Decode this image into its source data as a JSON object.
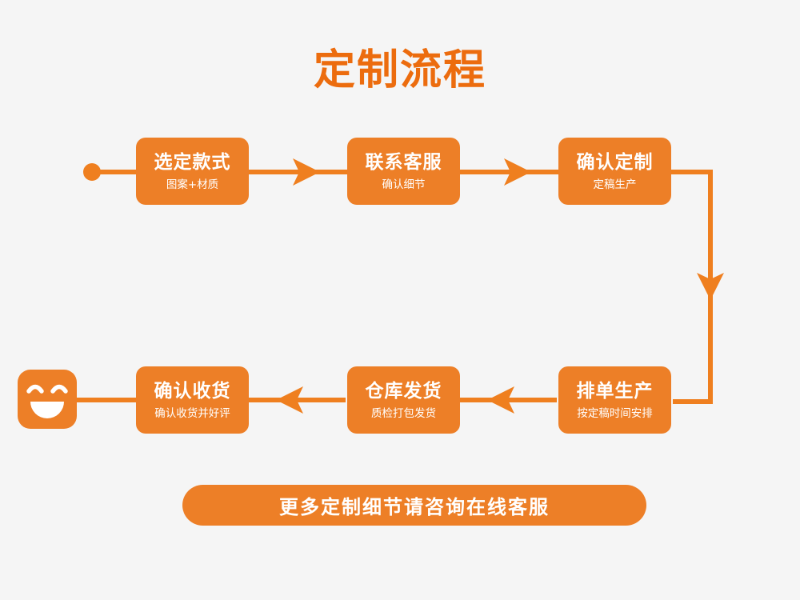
{
  "page": {
    "title": "定制流程",
    "background_color": "#f5f5f5",
    "brand_color": "#ed7f27",
    "title_color": "#ec6c0e",
    "text_color": "#ffffff"
  },
  "flow": {
    "start_node_name": "start-dot",
    "end_node_name": "smiley-face-icon",
    "steps": [
      {
        "id": "step-1",
        "title": "选定款式",
        "subtitle": "图案+材质"
      },
      {
        "id": "step-2",
        "title": "联系客服",
        "subtitle": "确认细节"
      },
      {
        "id": "step-3",
        "title": "确认定制",
        "subtitle": "定稿生产"
      },
      {
        "id": "step-4",
        "title": "排单生产",
        "subtitle": "按定稿时间安排"
      },
      {
        "id": "step-5",
        "title": "仓库发货",
        "subtitle": "质检打包发货"
      },
      {
        "id": "step-6",
        "title": "确认收货",
        "subtitle": "确认收货并好评"
      }
    ],
    "connectors": [
      {
        "name": "connector-start-to-step-1",
        "direction": "right",
        "arrow": false
      },
      {
        "name": "connector-step-1-to-step-2",
        "direction": "right",
        "arrow": true
      },
      {
        "name": "connector-step-2-to-step-3",
        "direction": "right",
        "arrow": true
      },
      {
        "name": "connector-step-3-to-step-4",
        "direction": "down",
        "arrow": true
      },
      {
        "name": "connector-step-4-to-step-5",
        "direction": "left",
        "arrow": true
      },
      {
        "name": "connector-step-5-to-step-6",
        "direction": "left",
        "arrow": true
      },
      {
        "name": "connector-step-6-to-smiley",
        "direction": "left",
        "arrow": false
      }
    ]
  },
  "cta": {
    "label": "更多定制细节请咨询在线客服"
  }
}
